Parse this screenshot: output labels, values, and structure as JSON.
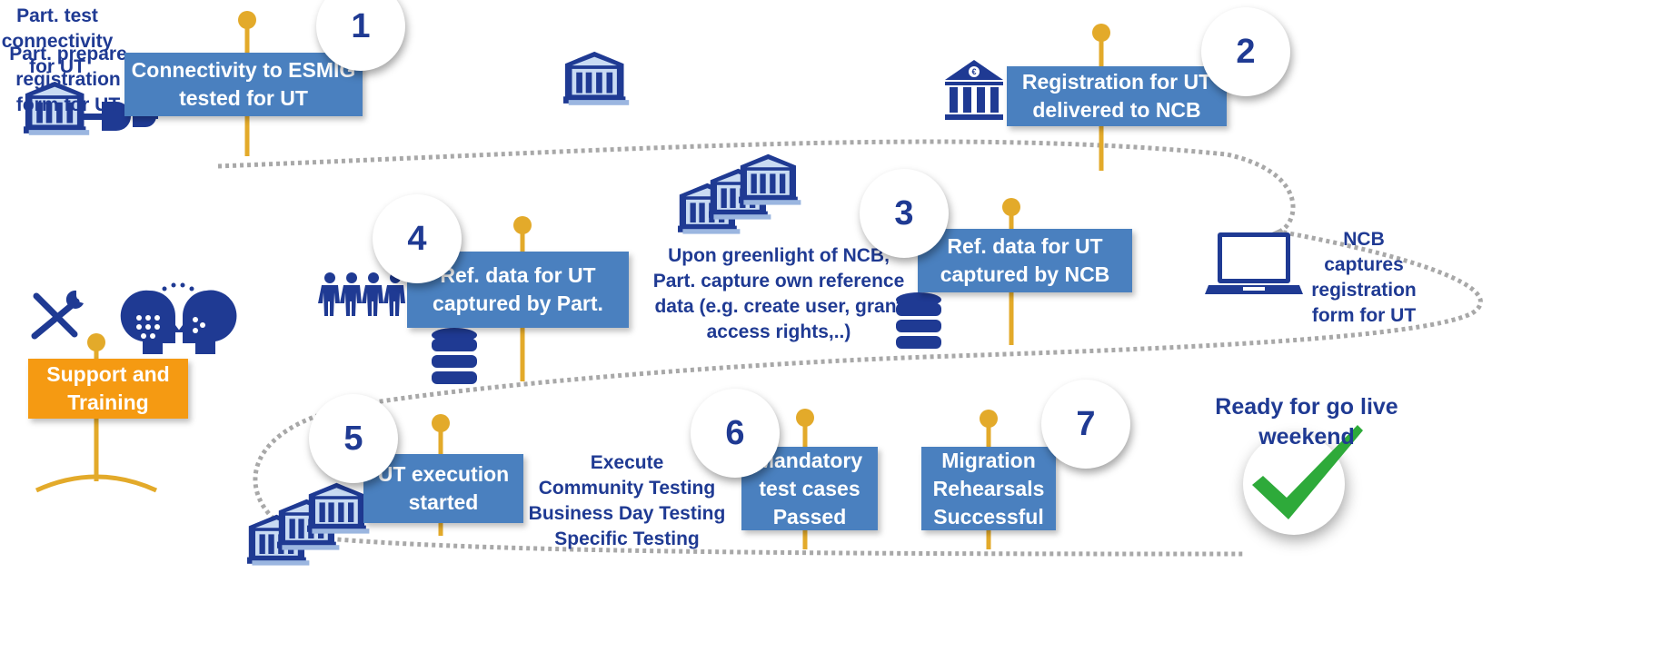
{
  "colors": {
    "navy": "#1f3a93",
    "box_blue": "#4a80bf",
    "pole_gold": "#e3aa2a",
    "support_orange": "#f59a12",
    "check_green": "#2eaa3a",
    "path_grey": "#a8a8a8"
  },
  "steps": [
    {
      "number": "1",
      "lines": [
        "Connectivity to ESMIG",
        "tested for UT"
      ]
    },
    {
      "number": "2",
      "lines": [
        "Registration for UT",
        "delivered to NCB"
      ]
    },
    {
      "number": "3",
      "lines": [
        "Ref. data for UT",
        "captured  by NCB"
      ]
    },
    {
      "number": "4",
      "lines": [
        "Ref. data for UT",
        "captured  by Part."
      ]
    },
    {
      "number": "5",
      "lines": [
        "UT execution",
        "started"
      ]
    },
    {
      "number": "6",
      "lines": [
        "Mandatory",
        "test  cases",
        "Passed"
      ]
    },
    {
      "number": "7",
      "lines": [
        "Migration",
        "Rehearsals",
        "Successful"
      ]
    }
  ],
  "notes": {
    "part_test": [
      "Part. test",
      "connectivity",
      "for UT"
    ],
    "part_prepare": [
      "Part. prepare",
      "registration",
      "form for UT"
    ],
    "ncb_captures": [
      "NCB",
      "captures",
      "registration",
      "form for UT"
    ],
    "greenlight": [
      "Upon greenlight of  NCB,",
      "Part. capture own reference",
      "data (e.g. create user, grant",
      "access rights,..)"
    ],
    "execute": [
      "Execute",
      "Community Testing",
      "Business Day Testing",
      "Specific Testing"
    ],
    "ready": [
      "Ready for go live",
      "weekend"
    ]
  },
  "support": {
    "lines": [
      "Support and",
      "Training"
    ]
  },
  "icons": [
    "bank-building-icon",
    "plug-icon",
    "euro-bank-icon",
    "laptop-icon",
    "people-group-icon",
    "database-icon",
    "tools-icon",
    "training-heads-icon",
    "checkmark-icon"
  ]
}
